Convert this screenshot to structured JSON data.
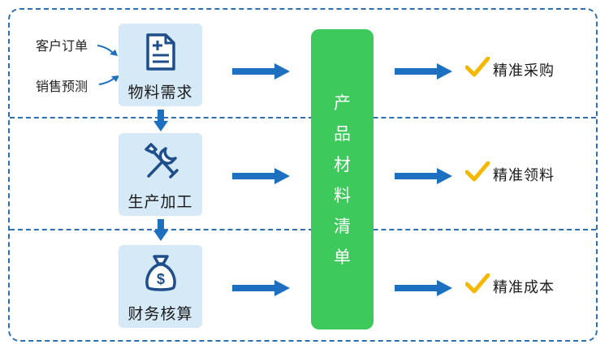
{
  "inputs": [
    "客户订单",
    "销售预测"
  ],
  "steps": [
    {
      "label": "物料需求",
      "icon": "document-plus-icon"
    },
    {
      "label": "生产加工",
      "icon": "tools-icon"
    },
    {
      "label": "财务核算",
      "icon": "money-bag-icon"
    }
  ],
  "center_bar": {
    "chars": [
      "产",
      "品",
      "材",
      "料",
      "清",
      "单"
    ]
  },
  "results": [
    "精准采购",
    "精准领料",
    "精准成本"
  ],
  "colors": {
    "border": "#2e6fb0",
    "arrow": "#1d6fbf",
    "bar": "#3ec95c",
    "box": "#d5e9f7",
    "check": "#f5b800"
  }
}
